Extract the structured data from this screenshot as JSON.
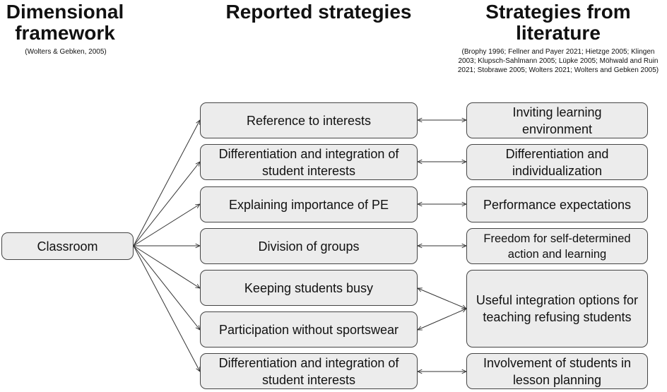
{
  "headers": {
    "framework_title": "Dimensional framework",
    "framework_cite": "(Wolters & Gebken, 2005)",
    "reported_title": "Reported strategies",
    "literature_title": "Strategies from literature",
    "literature_cite": "(Brophy 1996; Fellner and Payer 2021; Hietzge 2005; Klingen 2003; Klupsch-Sahlmann 2005; Lüpke 2005; Möhwald and Ruin 2021; Stobrawe 2005; Wolters 2021; Wolters and Gebken 2005)"
  },
  "root": {
    "label": "Classroom"
  },
  "reported": [
    "Reference to interests",
    "Differentiation and integration of student interests",
    "Explaining importance of PE",
    "Division of groups",
    "Keeping students busy",
    "Participation without sportswear",
    "Differentiation and integration of student interests"
  ],
  "literature": [
    "Inviting learning environment",
    "Differentiation and individualization",
    "Performance expectations",
    "Freedom for self-determined action and learning",
    "Useful integration options for teaching refusing students",
    "Involvement of students in lesson planning"
  ]
}
